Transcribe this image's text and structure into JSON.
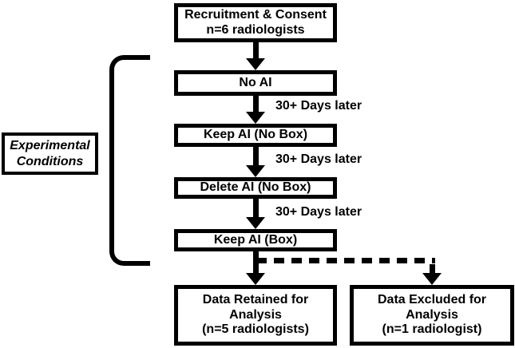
{
  "diagram": {
    "title_box": {
      "line1": "Recruitment & Consent",
      "line2": "n=6 radiologists"
    },
    "interval_label": "30+ Days later",
    "conditions": [
      {
        "label": "No AI"
      },
      {
        "label": "Keep AI (No Box)"
      },
      {
        "label": "Delete AI (No Box)"
      },
      {
        "label": "Keep AI (Box)"
      }
    ],
    "side_label": {
      "line1": "Experimental",
      "line2": "Conditions"
    },
    "outcomes": {
      "retained": {
        "line1": "Data Retained for",
        "line2": "Analysis",
        "line3": "(n=5 radiologists)"
      },
      "excluded": {
        "line1": "Data Excluded for",
        "line2": "Analysis",
        "line3": "(n=1 radiologist)"
      }
    },
    "colors": {
      "line": "#000000",
      "background": "#ffffff",
      "text": "#000000"
    }
  }
}
